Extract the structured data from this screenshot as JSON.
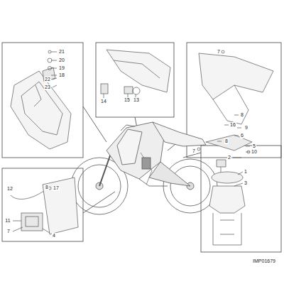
{
  "diagram": {
    "labels": [
      "21",
      "20",
      "19",
      "18",
      "22",
      "23",
      "14",
      "15",
      "13",
      "7",
      "8",
      "16",
      "9",
      "6",
      "8",
      "5",
      "7",
      "10",
      "12",
      "8",
      "17",
      "11",
      "7",
      "4",
      "2",
      "1",
      "3",
      "IMP01679"
    ]
  }
}
